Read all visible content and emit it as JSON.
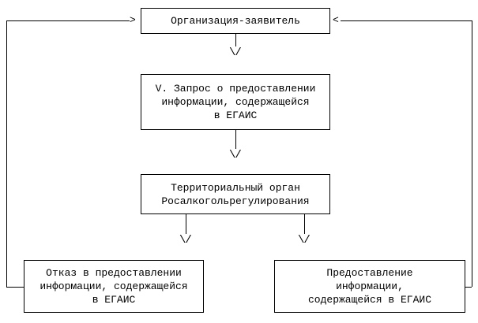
{
  "nodes": {
    "applicant": {
      "lines": [
        "Организация-заявитель"
      ]
    },
    "request": {
      "lines": [
        "V. Запрос о предоставлении",
        "информации, содержащейся",
        "в ЕГАИС"
      ]
    },
    "authority": {
      "lines": [
        "Территориальный орган",
        "Росалкогольрегулирования"
      ]
    },
    "refusal": {
      "lines": [
        "Отказ в предоставлении",
        "информации, содержащейся",
        "в ЕГАИС"
      ]
    },
    "provision": {
      "lines": [
        "Предоставление",
        "информации,",
        "содержащейся в ЕГАИС"
      ]
    }
  },
  "glyphs": {
    "down": "\\/",
    "right": ">",
    "left": "<"
  },
  "colors": {
    "border": "#000000",
    "background": "#ffffff",
    "text": "#000000"
  }
}
